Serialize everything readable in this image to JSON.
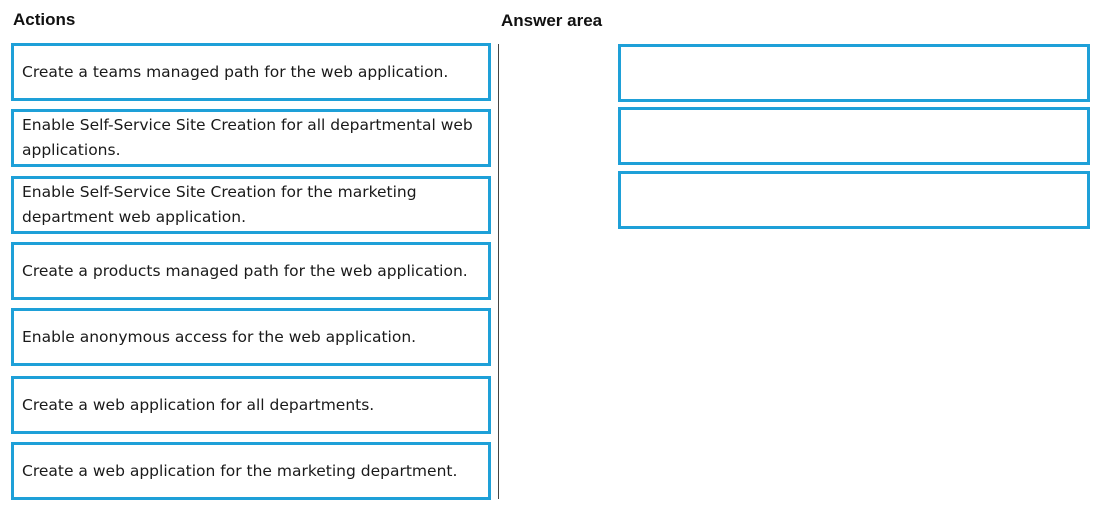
{
  "headings": {
    "actions": "Actions",
    "answer_area": "Answer area"
  },
  "actions": [
    "Create a teams managed path for the web application.",
    "Enable Self-Service Site Creation for all departmental web applications.",
    "Enable Self-Service Site Creation for the marketing department web application.",
    "Create a products managed path for the web application.",
    "Enable anonymous access for the web application.",
    "Create a web application for all departments.",
    "Create a web application for the marketing department."
  ],
  "colors": {
    "box_border": "#1ea0d8",
    "divider": "#444444"
  }
}
